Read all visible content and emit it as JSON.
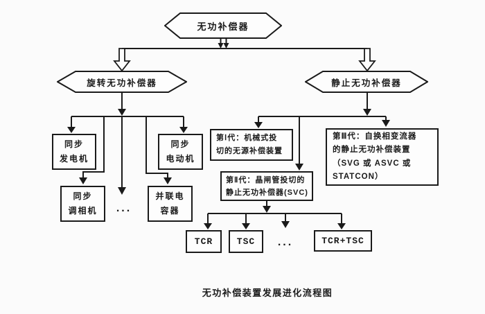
{
  "diagram": {
    "root": {
      "label": "无功补偿器"
    },
    "branch_left": {
      "label": "旋转无功补偿器"
    },
    "branch_right": {
      "label": "静止无功补偿器"
    },
    "left_children": {
      "sync_generator": {
        "lines": [
          "同步",
          "发电机"
        ]
      },
      "sync_condenser": {
        "lines": [
          "同步",
          "调相机"
        ]
      },
      "sync_motor": {
        "lines": [
          "同步",
          "电动机"
        ]
      },
      "shunt_capacitor": {
        "lines": [
          "并联电",
          "容器"
        ]
      },
      "ellipsis": "..."
    },
    "right_children": {
      "gen1": {
        "lines": [
          "第Ⅰ代：机械式投",
          "切的无源补偿装置"
        ]
      },
      "gen2": {
        "lines": [
          "第Ⅱ代：晶闸管投切的",
          "静止无功补偿器(SVC)"
        ]
      },
      "gen3": {
        "lines": [
          "第Ⅲ代：自换相变流器",
          "的静止无功补偿装置",
          "（SVG 或 ASVC 或",
          "STATCON）"
        ]
      },
      "svc_types": {
        "tcr": "TCR",
        "tsc": "TSC",
        "ellipsis": "...",
        "tcr_tsc": "TCR+TSC"
      }
    },
    "caption": "无功补偿装置发展进化流程图",
    "colors": {
      "line": "#1a1a1a",
      "background": "#fbfbfb"
    }
  }
}
